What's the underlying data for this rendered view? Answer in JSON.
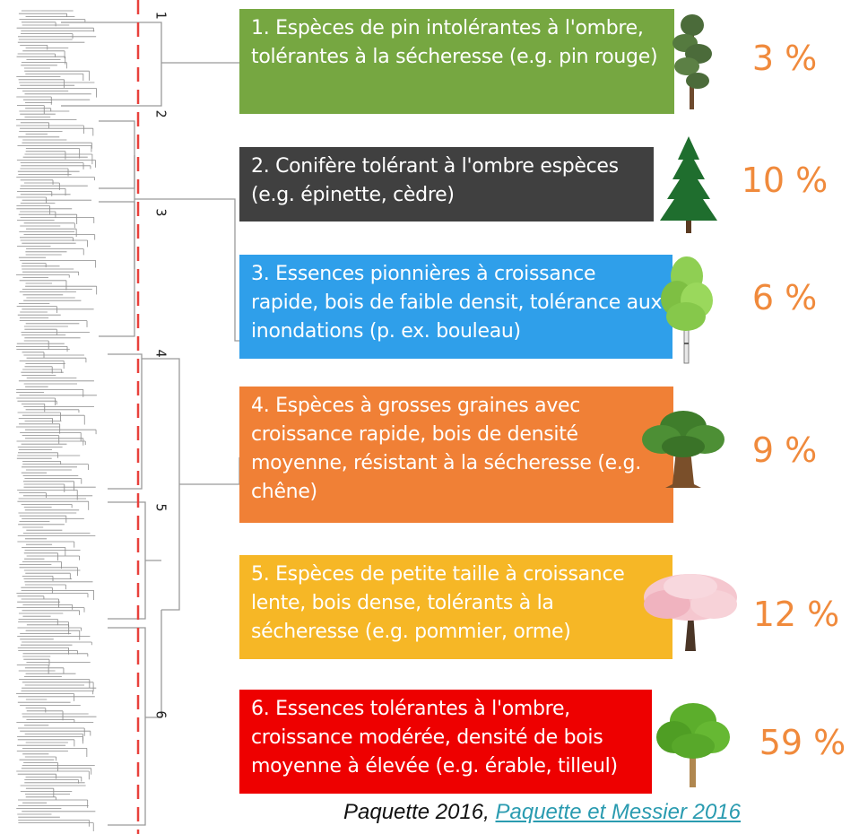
{
  "groups": [
    {
      "number": "1",
      "label": "1. Espèces de pin intolérantes à l'ombre, tolérantes à la sécheresse (e.g. pin rouge)",
      "percent": "3 %",
      "color": "#76a741",
      "icon": "pine-tree-icon"
    },
    {
      "number": "2",
      "label": "2. Conifère tolérant à l'ombre espèces (e.g. épinette, cèdre)",
      "percent": "10 %",
      "color": "#404040",
      "icon": "spruce-tree-icon"
    },
    {
      "number": "3",
      "label": "3. Essences pionnières à croissance rapide, bois de faible densit, tolérance aux inondations (p. ex. bouleau)",
      "percent": "6 %",
      "color": "#2f9fea",
      "icon": "birch-tree-icon"
    },
    {
      "number": "4",
      "label": "4. Espèces à grosses graines avec croissance rapide, bois de densité moyenne, résistant à la sécheresse (e.g. chêne)",
      "percent": "9 %",
      "color": "#f08036",
      "icon": "oak-tree-icon"
    },
    {
      "number": "5",
      "label": "5. Espèces de petite taille à croissance lente, bois dense, tolérants à la sécheresse (e.g. pommier, orme)",
      "percent": "12 %",
      "color": "#f6b726",
      "icon": "blossom-tree-icon"
    },
    {
      "number": "6",
      "label": "6. Essences tolérantes à l'ombre, croissance modérée, densité de bois moyenne à élevée (e.g. érable, tilleul)",
      "percent": "59 %",
      "color": "#ee0000",
      "icon": "maple-tree-icon"
    }
  ],
  "colors": {
    "percent": "#f08a3c",
    "cut_line": "#e8413c",
    "link": "#2a9bb0"
  },
  "citation": {
    "text": "Paquette 2016,",
    "link": "Paquette et Messier 2016"
  }
}
